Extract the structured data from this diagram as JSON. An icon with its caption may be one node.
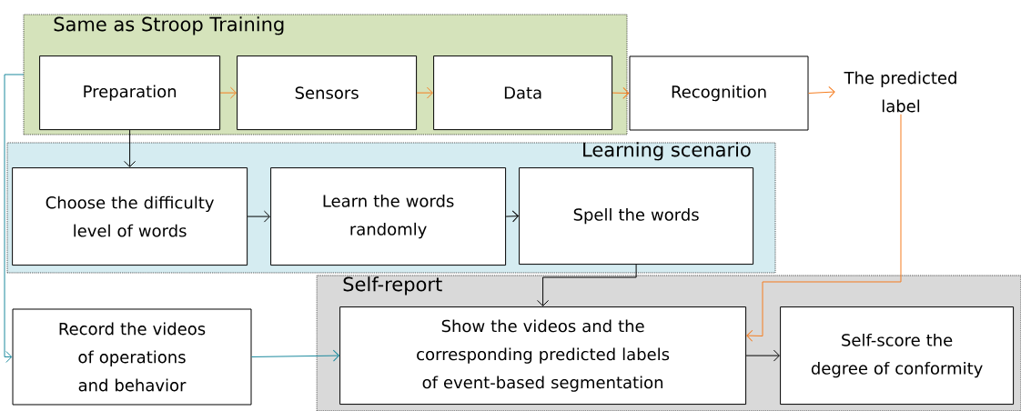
{
  "diagram": {
    "nodes": [
      {
        "text": [
          "Same as Stroop Training"
        ]
      },
      {
        "text": [
          "Preparation"
        ],
        "in": 0
      },
      {
        "text": [
          "Sensors"
        ],
        "in": 0
      },
      {
        "text": [
          "Data"
        ],
        "in": 0
      },
      {
        "text": [
          "Recognition"
        ]
      },
      {
        "text": [
          "The predicted label"
        ]
      },
      {
        "text": [
          "Learning scenario"
        ]
      },
      {
        "text": [
          "Choose the difficulty level of words"
        ],
        "in": 6
      },
      {
        "text": [
          "Learn the words randomly"
        ],
        "in": 6
      },
      {
        "text": [
          "Spell the words"
        ],
        "in": 6
      },
      {
        "text": [
          "Self-report"
        ]
      },
      {
        "text": [
          "Record the videos of operations and behavior"
        ]
      },
      {
        "text": [
          "Show the videos and the corresponding predicted labels of event-based segmentation"
        ],
        "in": 10
      },
      {
        "text": [
          "Self-score the degree of conformity"
        ],
        "in": 10
      }
    ],
    "edges": [
      {
        "from": 1,
        "to": 2,
        "arrow": "to",
        "color": "#f57c1f"
      },
      {
        "from": 2,
        "to": 3,
        "arrow": "to",
        "color": "#f57c1f"
      },
      {
        "from": 3,
        "to": 4,
        "arrow": "to",
        "color": "#f57c1f"
      },
      {
        "from": 4,
        "to": 5,
        "arrow": "to",
        "color": "#f57c1f"
      },
      {
        "from": 5,
        "to": 12,
        "arrow": "to",
        "color": "#f57c1f"
      },
      {
        "from": 1,
        "to": 7,
        "arrow": "to",
        "color": "#000000"
      },
      {
        "from": 7,
        "to": 8,
        "arrow": "to",
        "color": "#000000"
      },
      {
        "from": 8,
        "to": 9,
        "arrow": "to",
        "color": "#000000"
      },
      {
        "from": 9,
        "to": 12,
        "arrow": "to",
        "color": "#000000"
      },
      {
        "from": 12,
        "to": 13,
        "arrow": "to",
        "color": "#000000"
      },
      {
        "from": 0,
        "to": 11,
        "arrow": "to",
        "color": "#1b8a9e"
      },
      {
        "from": 11,
        "to": 12,
        "arrow": "to",
        "color": "#1b8a9e"
      }
    ]
  }
}
